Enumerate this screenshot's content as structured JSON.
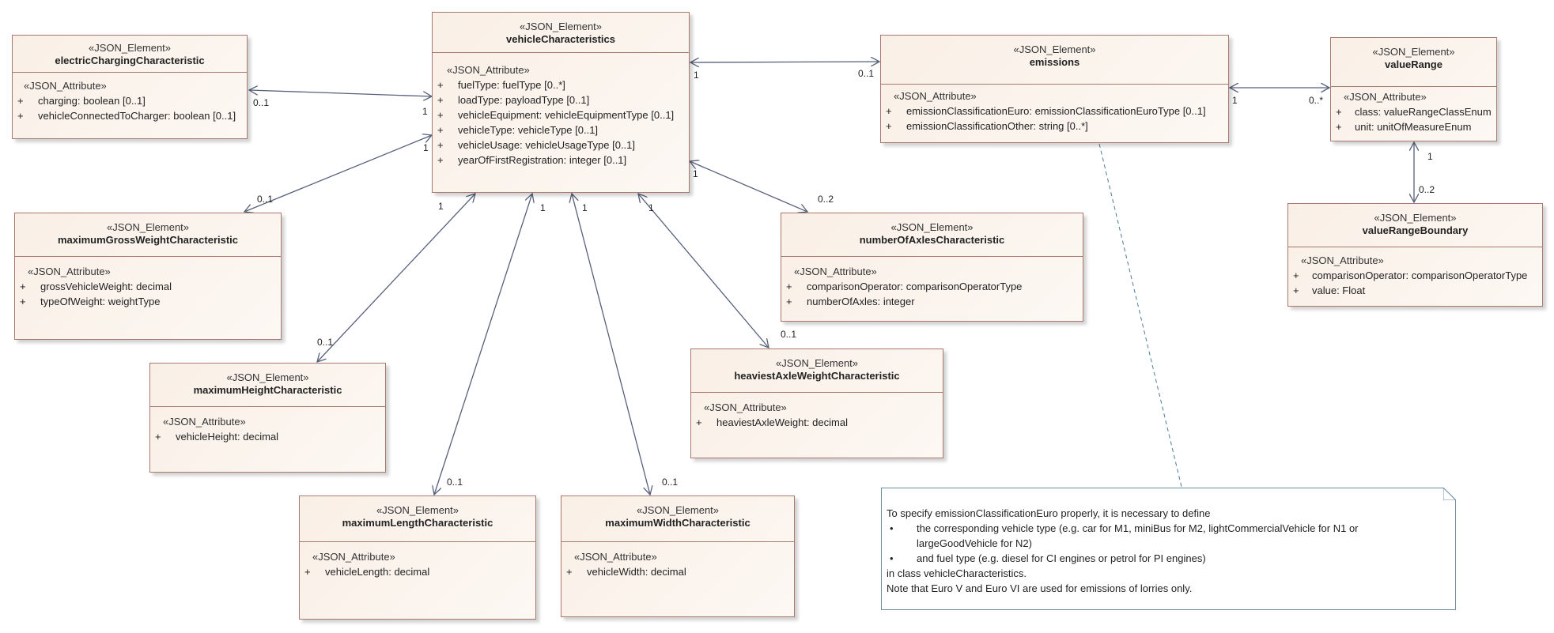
{
  "elements": {
    "electric": {
      "stereotype": "«JSON_Element»",
      "name": "electricChargingCharacteristic",
      "attr_stereotype": "«JSON_Attribute»",
      "attributes": [
        {
          "vis": "+",
          "text": "charging: boolean [0..1]"
        },
        {
          "vis": "+",
          "text": "vehicleConnectedToCharger: boolean [0..1]"
        }
      ]
    },
    "vehicle": {
      "stereotype": "«JSON_Element»",
      "name": "vehicleCharacteristics",
      "attr_stereotype": "«JSON_Attribute»",
      "attributes": [
        {
          "vis": "+",
          "text": "fuelType: fuelType [0..*]"
        },
        {
          "vis": "+",
          "text": "loadType: payloadType [0..1]"
        },
        {
          "vis": "+",
          "text": "vehicleEquipment: vehicleEquipmentType [0..1]"
        },
        {
          "vis": "+",
          "text": "vehicleType: vehicleType [0..1]"
        },
        {
          "vis": "+",
          "text": "vehicleUsage: vehicleUsageType [0..1]"
        },
        {
          "vis": "+",
          "text": "yearOfFirstRegistration: integer [0..1]"
        }
      ]
    },
    "emissions": {
      "stereotype": "«JSON_Element»",
      "name": "emissions",
      "attr_stereotype": "«JSON_Attribute»",
      "attributes": [
        {
          "vis": "+",
          "text": "emissionClassificationEuro: emissionClassificationEuroType [0..1]"
        },
        {
          "vis": "+",
          "text": "emissionClassificationOther: string [0..*]"
        }
      ]
    },
    "valueRange": {
      "stereotype": "«JSON_Element»",
      "name": "valueRange",
      "attr_stereotype": "«JSON_Attribute»",
      "attributes": [
        {
          "vis": "+",
          "text": "class: valueRangeClassEnum"
        },
        {
          "vis": "+",
          "text": "unit: unitOfMeasureEnum"
        }
      ]
    },
    "valueRangeBoundary": {
      "stereotype": "«JSON_Element»",
      "name": "valueRangeBoundary",
      "attr_stereotype": "«JSON_Attribute»",
      "attributes": [
        {
          "vis": "+",
          "text": "comparisonOperator: comparisonOperatorType"
        },
        {
          "vis": "+",
          "text": "value: Float"
        }
      ]
    },
    "grossWeight": {
      "stereotype": "«JSON_Element»",
      "name": "maximumGrossWeightCharacteristic",
      "attr_stereotype": "«JSON_Attribute»",
      "attributes": [
        {
          "vis": "+",
          "text": "grossVehicleWeight: decimal"
        },
        {
          "vis": "+",
          "text": "typeOfWeight: weightType"
        }
      ]
    },
    "axles": {
      "stereotype": "«JSON_Element»",
      "name": "numberOfAxlesCharacteristic",
      "attr_stereotype": "«JSON_Attribute»",
      "attributes": [
        {
          "vis": "+",
          "text": "comparisonOperator: comparisonOperatorType"
        },
        {
          "vis": "+",
          "text": "numberOfAxles: integer"
        }
      ]
    },
    "height": {
      "stereotype": "«JSON_Element»",
      "name": "maximumHeightCharacteristic",
      "attr_stereotype": "«JSON_Attribute»",
      "attributes": [
        {
          "vis": "+",
          "text": "vehicleHeight: decimal"
        }
      ]
    },
    "axleWeight": {
      "stereotype": "«JSON_Element»",
      "name": "heaviestAxleWeightCharacteristic",
      "attr_stereotype": "«JSON_Attribute»",
      "attributes": [
        {
          "vis": "+",
          "text": "heaviestAxleWeight: decimal"
        }
      ]
    },
    "length": {
      "stereotype": "«JSON_Element»",
      "name": "maximumLengthCharacteristic",
      "attr_stereotype": "«JSON_Attribute»",
      "attributes": [
        {
          "vis": "+",
          "text": "vehicleLength: decimal"
        }
      ]
    },
    "width": {
      "stereotype": "«JSON_Element»",
      "name": "maximumWidthCharacteristic",
      "attr_stereotype": "«JSON_Attribute»",
      "attributes": [
        {
          "vis": "+",
          "text": "vehicleWidth: decimal"
        }
      ]
    }
  },
  "note": {
    "line1": "To specify emissionClassificationEuro properly, it is necessary to define",
    "bullet_symbol": "•",
    "bullet1a": "the corresponding vehicle type  (e.g. car for M1, miniBus for M2, lightCommercialVehicle for N1 or",
    "bullet1b": "largeGoodVehicle for N2)",
    "bullet2": "and fuel type (e.g. diesel for CI engines or petrol for PI engines)",
    "line3": "in class vehicleCharacteristics.",
    "line4": "Note that Euro V and Euro VI are used for emissions of lorries only."
  },
  "multiplicities": {
    "electric_near": "0..1",
    "electric_vehicle_end": "1",
    "emissions_vehicle_end": "1",
    "emissions_near": "0..1",
    "valuerange_emissions_end": "1",
    "valuerange_near": "0..*",
    "boundary_valuerange_end": "1",
    "boundary_near": "0..2",
    "gross_vehicle_end": "1",
    "gross_near": "0..1",
    "axles_vehicle_end": "1",
    "axles_near": "0..2",
    "height_vehicle_end": "1",
    "height_near": "0..1",
    "length_vehicle_end": "1",
    "length_near": "0..1",
    "width_vehicle_end": "1",
    "width_near": "0..1",
    "axleweight_vehicle_end": "1",
    "axleweight_near": "0..1"
  },
  "colors": {
    "connector": "#56607a",
    "note_link": "#4a7a9a",
    "class_border": "#a87a6e"
  }
}
